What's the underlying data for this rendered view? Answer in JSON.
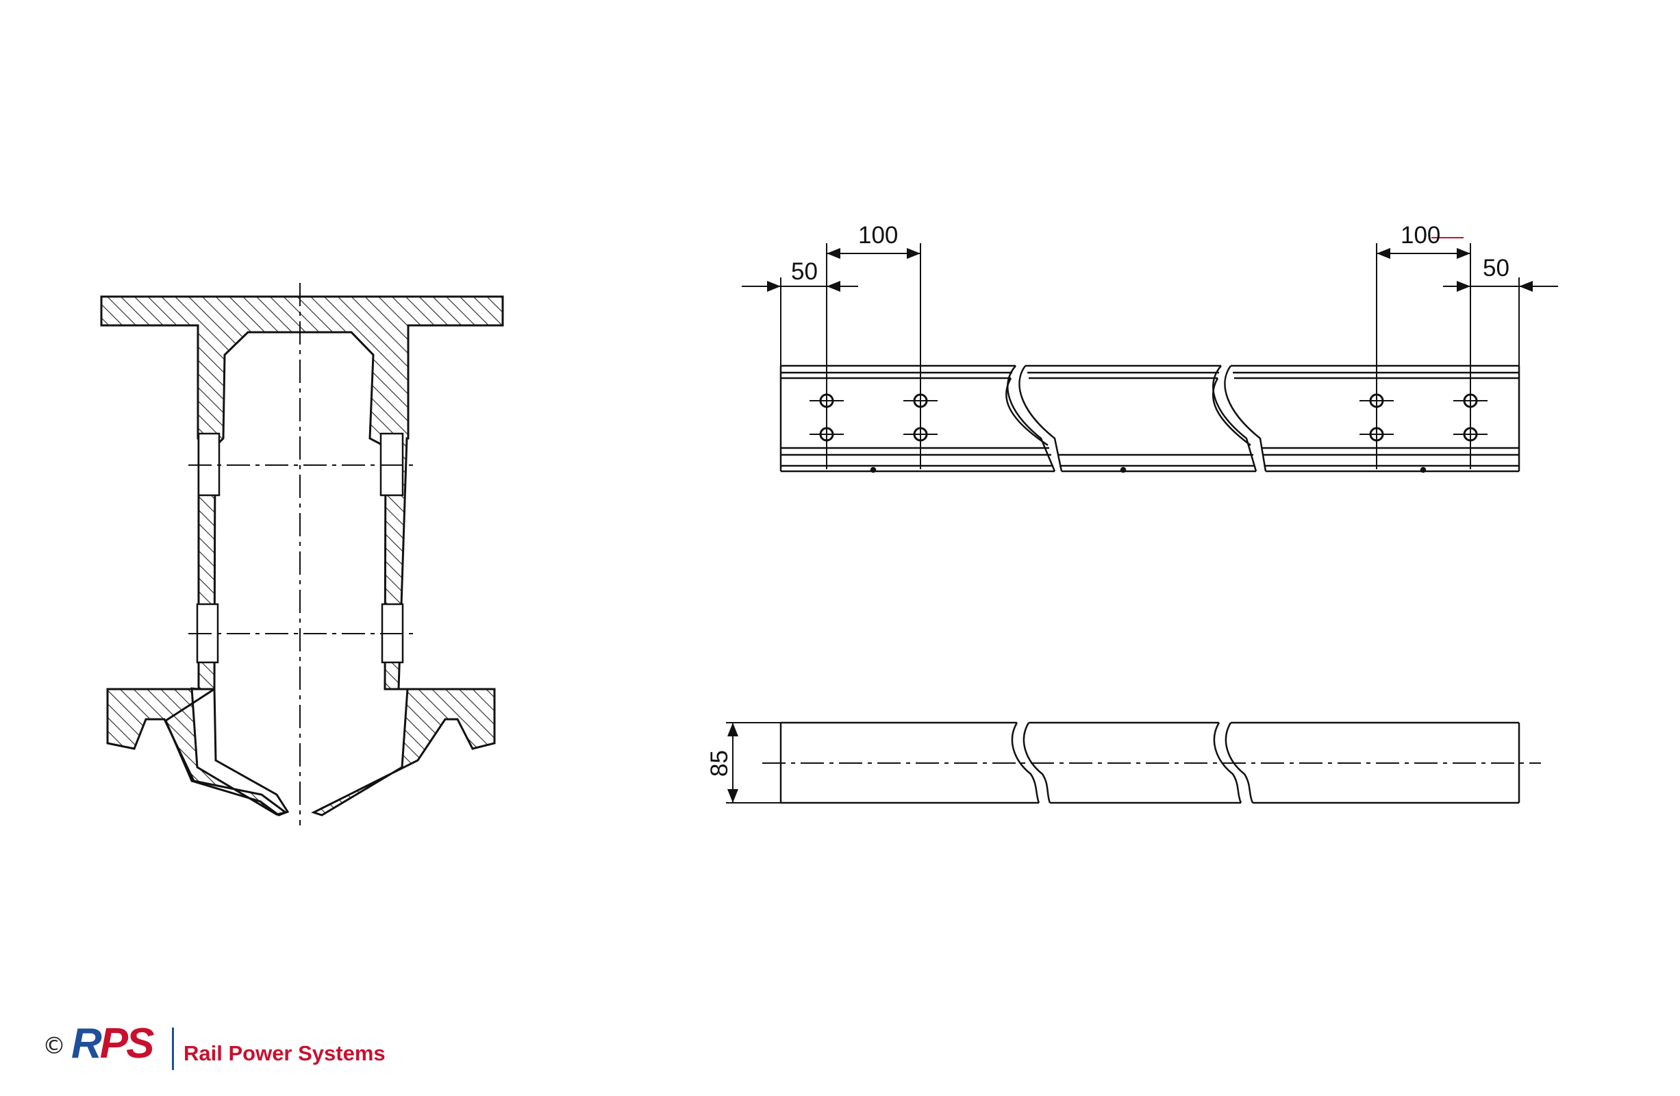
{
  "dimensions": {
    "top_left_outer": "50",
    "top_left_inner": "100",
    "top_right_inner": "100",
    "top_right_outer": "50",
    "bottom_height": "85"
  },
  "logo": {
    "copyright": "©",
    "mark_r": "R",
    "mark_ps": "PS",
    "company": "Rail Power Systems",
    "colors": {
      "blue": "#1f4f9a",
      "red": "#c8102e"
    }
  }
}
